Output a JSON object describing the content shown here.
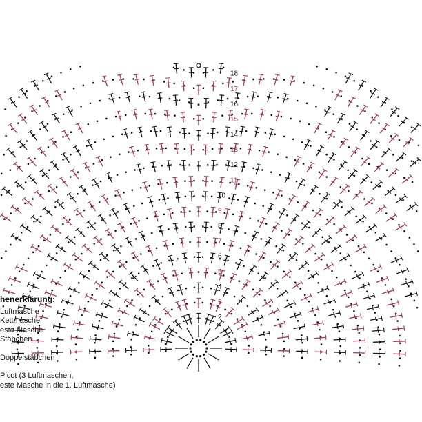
{
  "colors": {
    "black": "#111111",
    "maroon": "#9a3a52",
    "bg": "#ffffff"
  },
  "legend": {
    "title": "henerklärung:",
    "items": [
      "Luftmasche",
      "Kettmasche",
      "este Masche",
      "Stäbchen",
      "Doppelstäbchen",
      "Picot (3 Luftmaschen,",
      "este Masche in die 1. Luftmasche)"
    ]
  },
  "rows": [
    {
      "label": "2",
      "color": "black"
    },
    {
      "label": "3",
      "color": "maroon"
    },
    {
      "label": "4",
      "color": "black"
    },
    {
      "label": "5",
      "color": "maroon"
    },
    {
      "label": "6",
      "color": "black"
    },
    {
      "label": "7",
      "color": "maroon"
    },
    {
      "label": "8",
      "color": "black"
    },
    {
      "label": "9",
      "color": "maroon"
    },
    {
      "label": "10",
      "color": "black"
    },
    {
      "label": "11",
      "color": "maroon"
    },
    {
      "label": "12",
      "color": "black"
    },
    {
      "label": "13",
      "color": "maroon"
    },
    {
      "label": "14",
      "color": "black"
    },
    {
      "label": "15",
      "color": "maroon"
    },
    {
      "label": "16",
      "color": "black"
    },
    {
      "label": "17",
      "color": "maroon"
    },
    {
      "label": "18",
      "color": "black"
    }
  ]
}
